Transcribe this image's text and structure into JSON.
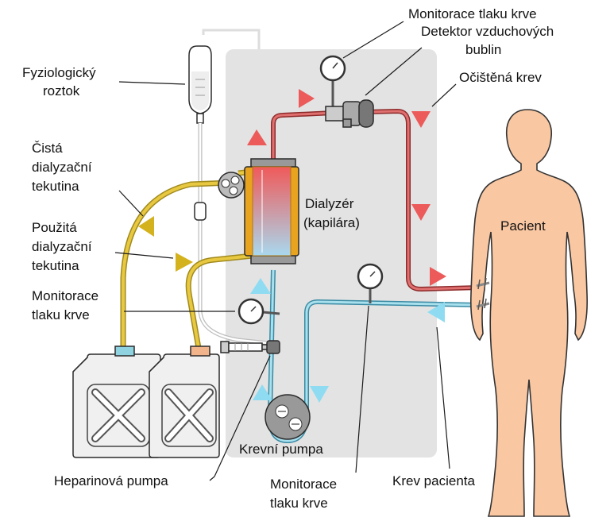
{
  "labels": {
    "monitor_top": "Monitorace tlaku krve",
    "bubble_line1": "Detektor vzduchových",
    "bubble_line2": "bublin",
    "clean_blood": "Očištěná krev",
    "saline_line1": "Fyziologický",
    "saline_line2": "roztok",
    "fresh_line1": "Čistá",
    "fresh_line2": "dialyzační",
    "fresh_line3": "tekutina",
    "used_line1": "Použitá",
    "used_line2": "dialyzační",
    "used_line3": "tekutina",
    "monitor_left_line1": "Monitorace",
    "monitor_left_line2": "tlaku krve",
    "dialyzer_line1": "Dialyzér",
    "dialyzer_line2": "(kapilára)",
    "patient": "Pacient",
    "blood_pump": "Krevní pumpa",
    "heparin_pump": "Heparinová pumpa",
    "monitor_bottom_line1": "Monitorace",
    "monitor_bottom_line2": "tlaku krve",
    "patient_blood": "Krev pacienta"
  },
  "colors": {
    "panel": "#e3e3e3",
    "blood_clean": "#d9534f",
    "blood_dirty": "#8fd3e0",
    "dialysate": "#e8c840",
    "skin": "#f9c7a2",
    "arrow_red": "#ec5a5a",
    "arrow_blue": "#8fdcf2",
    "arrow_yellow": "#d4b21e"
  }
}
